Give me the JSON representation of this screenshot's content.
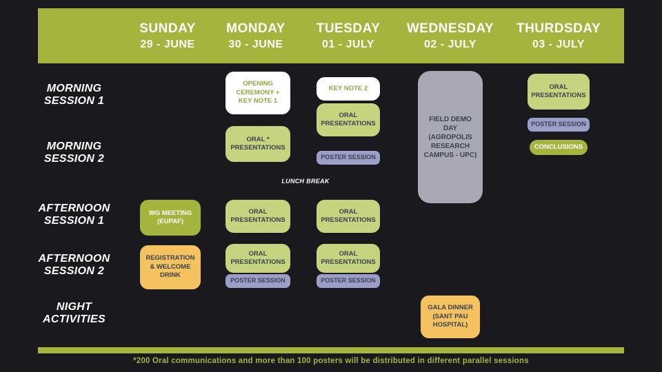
{
  "colors": {
    "background": "#1a1a1e",
    "olive_accent": "#a4b43c",
    "light_green": "#c6d37f",
    "lavender": "#9b9fc8",
    "gray": "#a9a9b5",
    "orange": "#f4c35f",
    "white": "#ffffff",
    "dark_text": "#3a4150",
    "green_text": "#8aa83e"
  },
  "header": {
    "days": [
      {
        "name": "SUNDAY",
        "date": "29 - JUNE"
      },
      {
        "name": "MONDAY",
        "date": "30 - JUNE"
      },
      {
        "name": "TUESDAY",
        "date": "01 - JULY"
      },
      {
        "name": "WEDNESDAY",
        "date": "02 - JULY"
      },
      {
        "name": "THURDSDAY",
        "date": "03 - JULY"
      }
    ]
  },
  "row_labels": [
    "MORNING SESSION 1",
    "MORNING SESSION 2",
    "AFTERNOON SESSION 1",
    "AFTERNOON SESSION 2",
    "NIGHT ACTIVITIES"
  ],
  "schedule": {
    "opening_ceremony": "OPENING CEREMONY + KEY NOTE 1",
    "keynote_2": "KEY NOTE 2",
    "oral_presentations": "ORAL PRESENTATIONS",
    "oral_presentations_star": "ORAL * PRESENTATIONS",
    "poster_session": "POSTER SESSION",
    "field_demo_day": "FIELD DEMO DAY (AGROPOLIS RESEARCH CAMPUS - UPC)",
    "conclusions": "CONCLUSIONS",
    "wg_meeting": "WG MEETING (EUPAF)",
    "registration": "REGISTRATION & WELCOME DRINK",
    "gala_dinner": "GALA DINNER (SANT PAU HOSPITAL)",
    "lunch_break": "LUNCH BREAK"
  },
  "footer": {
    "note": "*200 Oral communications and more than 100 posters will be distributed in different parallel sessions"
  }
}
